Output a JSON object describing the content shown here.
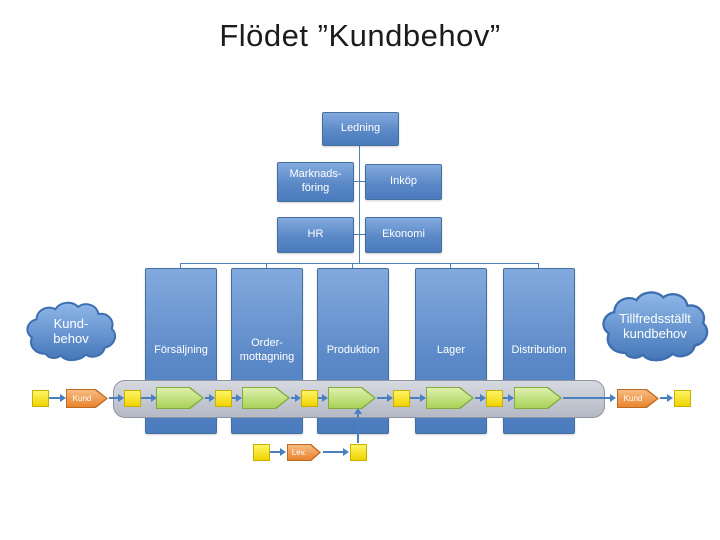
{
  "title": "Flödet ”Kundbehov”",
  "org": {
    "ledning": "Ledning",
    "marknadsforing": "Marknads-\nföring",
    "inkop": "Inköp",
    "hr": "HR",
    "ekonomi": "Ekonomi"
  },
  "departments": [
    {
      "label": "Försäljning"
    },
    {
      "label": "Order-\nmottagning"
    },
    {
      "label": "Produktion"
    },
    {
      "label": "Lager"
    },
    {
      "label": "Distribution"
    }
  ],
  "clouds": {
    "left": "Kund-\nbehov",
    "right": "Tillfredsställt\nkundbehov"
  },
  "flow": {
    "customer_in": "Kund",
    "customer_out": "Kund",
    "supplier": "Lev."
  },
  "colors": {
    "box_blue": "#4f81bd",
    "band_gray": "#c3c7d1",
    "milestone_yellow": "#ffe800",
    "process_green": "#b2d95f",
    "external_orange": "#ed8a3c",
    "connector_blue": "#4a7fc1"
  }
}
